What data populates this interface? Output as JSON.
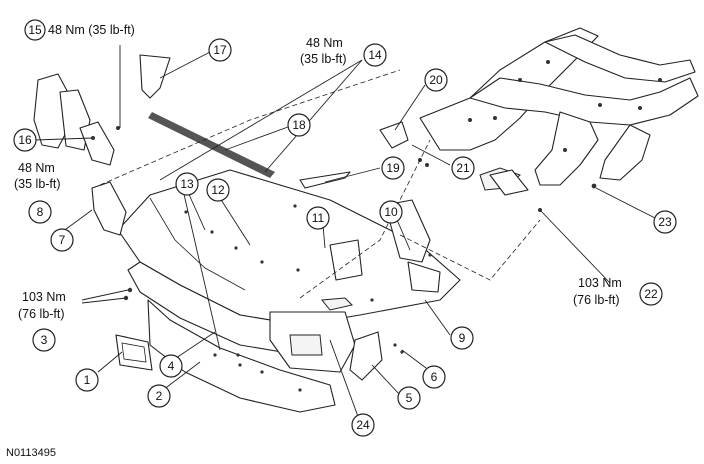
{
  "figure_code": "N0113495",
  "callouts": [
    {
      "id": "1",
      "label": "1"
    },
    {
      "id": "2",
      "label": "2"
    },
    {
      "id": "3",
      "label": "3"
    },
    {
      "id": "4",
      "label": "4"
    },
    {
      "id": "5",
      "label": "5"
    },
    {
      "id": "6",
      "label": "6"
    },
    {
      "id": "7",
      "label": "7"
    },
    {
      "id": "8",
      "label": "8"
    },
    {
      "id": "9",
      "label": "9"
    },
    {
      "id": "10",
      "label": "10"
    },
    {
      "id": "11",
      "label": "11"
    },
    {
      "id": "12",
      "label": "12"
    },
    {
      "id": "13",
      "label": "13"
    },
    {
      "id": "14",
      "label": "14"
    },
    {
      "id": "15",
      "label": "15"
    },
    {
      "id": "16",
      "label": "16"
    },
    {
      "id": "17",
      "label": "17"
    },
    {
      "id": "18",
      "label": "18"
    },
    {
      "id": "19",
      "label": "19"
    },
    {
      "id": "20",
      "label": "20"
    },
    {
      "id": "21",
      "label": "21"
    },
    {
      "id": "22",
      "label": "22"
    },
    {
      "id": "23",
      "label": "23"
    },
    {
      "id": "24",
      "label": "24"
    }
  ],
  "torque_specs": {
    "spec_15": "48 Nm (35 lb-ft)",
    "spec_14_line1": "48 Nm",
    "spec_14_line2": "(35 lb-ft)",
    "spec_8_line1": "48 Nm",
    "spec_8_line2": "(35 lb-ft)",
    "spec_3_line1": "103 Nm",
    "spec_3_line2": "(76 lb-ft)",
    "spec_22_line1": "103 Nm",
    "spec_22_line2": "(76 lb-ft)"
  }
}
